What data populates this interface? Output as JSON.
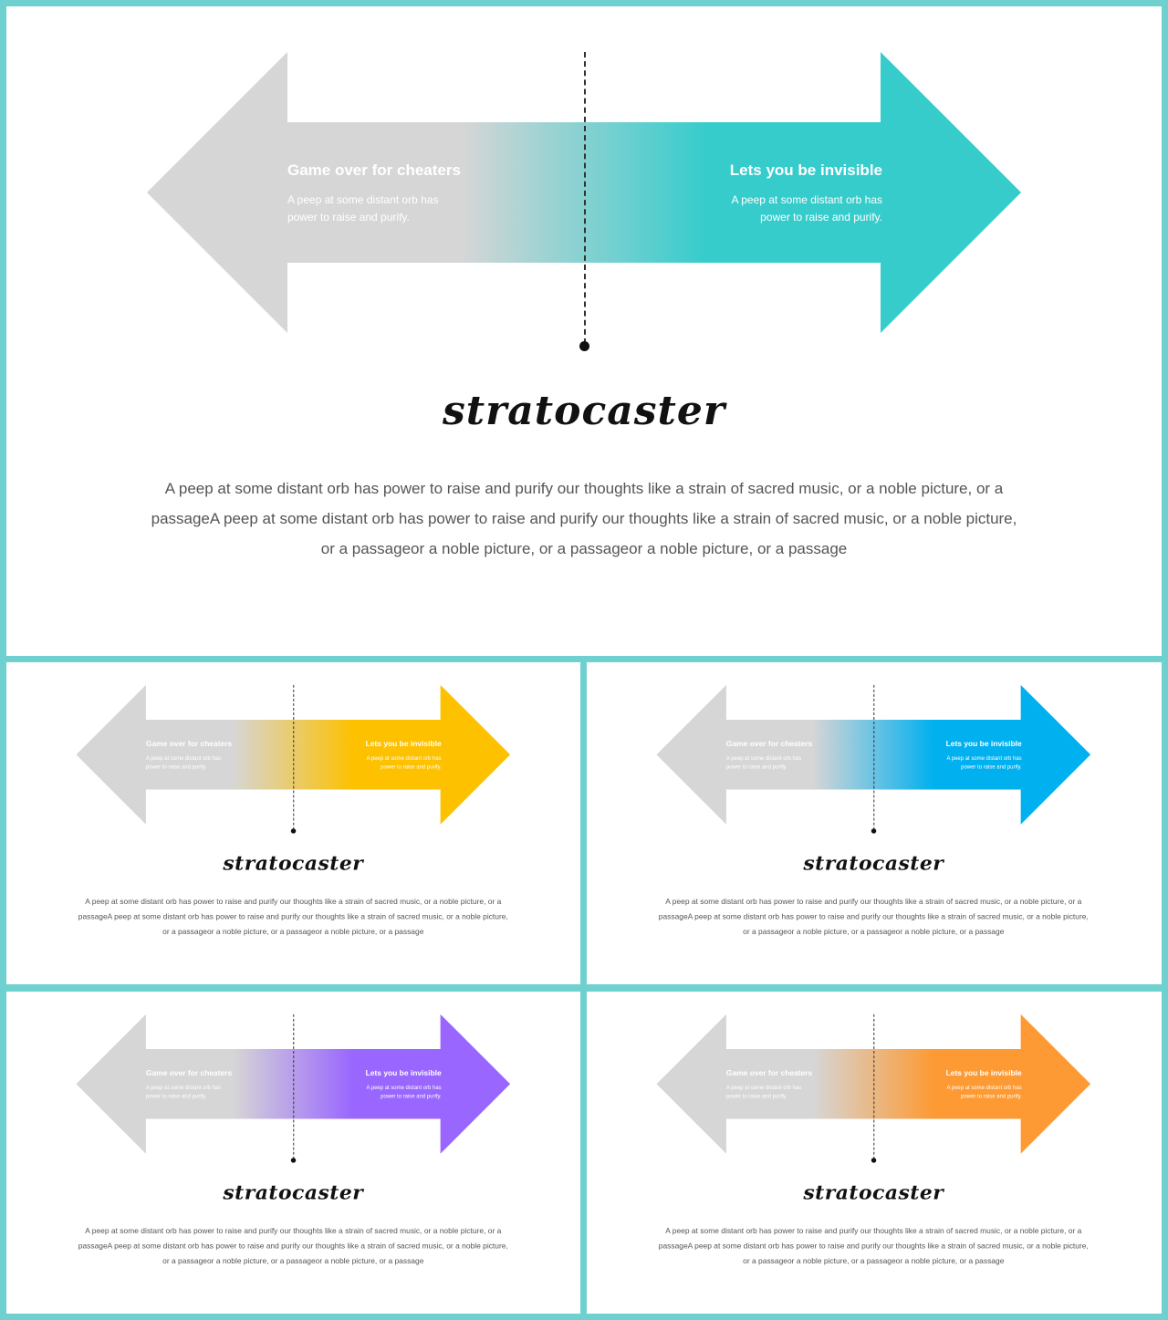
{
  "slides": [
    {
      "accent": "#36cccc",
      "left_title": "Game over for cheaters",
      "left_desc": "A peep at some distant orb has power to raise and purify.",
      "right_title": "Lets you be invisible",
      "right_desc": "A peep at some distant orb has power to raise and purify.",
      "heading": "stratocaster",
      "body": "A peep at some distant orb has power to raise and purify our thoughts like a strain of sacred music, or a noble picture, or a passageA peep at some distant orb has power to raise and purify our thoughts like a strain of sacred music, or a noble picture, or a passageor a noble picture, or a passageor a noble picture, or a passage"
    },
    {
      "accent": "#fdc100",
      "left_title": "Game over for cheaters",
      "left_desc": "A peep at some distant orb has power to raise and purify.",
      "right_title": "Lets you be invisible",
      "right_desc": "A peep at some distant orb has power to raise and purify.",
      "heading": "stratocaster",
      "body": "A peep at some distant orb has power to raise and purify our thoughts like a strain of sacred music, or a noble picture, or a passageA peep at some distant orb has power to raise and purify our thoughts like a strain of sacred music, or a noble picture, or a passageor a noble picture, or a passageor a noble picture, or a passage"
    },
    {
      "accent": "#00b0ef",
      "left_title": "Game over for cheaters",
      "left_desc": "A peep at some distant orb has power to raise and purify.",
      "right_title": "Lets you be invisible",
      "right_desc": "A peep at some distant orb has power to raise and purify.",
      "heading": "stratocaster",
      "body": "A peep at some distant orb has power to raise and purify our thoughts like a strain of sacred music, or a noble picture, or a passageA peep at some distant orb has power to raise and purify our thoughts like a strain of sacred music, or a noble picture, or a passageor a noble picture, or a passageor a noble picture, or a passage"
    },
    {
      "accent": "#9966ff",
      "left_title": "Game over for cheaters",
      "left_desc": "A peep at some distant orb has power to raise and purify.",
      "right_title": "Lets you be invisible",
      "right_desc": "A peep at some distant orb has power to raise and purify.",
      "heading": "stratocaster",
      "body": "A peep at some distant orb has power to raise and purify our thoughts like a strain of sacred music, or a noble picture, or a passageA peep at some distant orb has power to raise and purify our thoughts like a strain of sacred music, or a noble picture, or a passageor a noble picture, or a passageor a noble picture, or a passage"
    },
    {
      "accent": "#fd9a33",
      "left_title": "Game over for cheaters",
      "left_desc": "A peep at some distant orb has power to raise and purify.",
      "right_title": "Lets you be invisible",
      "right_desc": "A peep at some distant orb has power to raise and purify.",
      "heading": "stratocaster",
      "body": "A peep at some distant orb has power to raise and purify our thoughts like a strain of sacred music, or a noble picture, or a passageA peep at some distant orb has power to raise and purify our thoughts like a strain of sacred music, or a noble picture, or a passageor a noble picture, or a passageor a noble picture, or a passage"
    }
  ],
  "neutral_color": "#d6d6d6"
}
